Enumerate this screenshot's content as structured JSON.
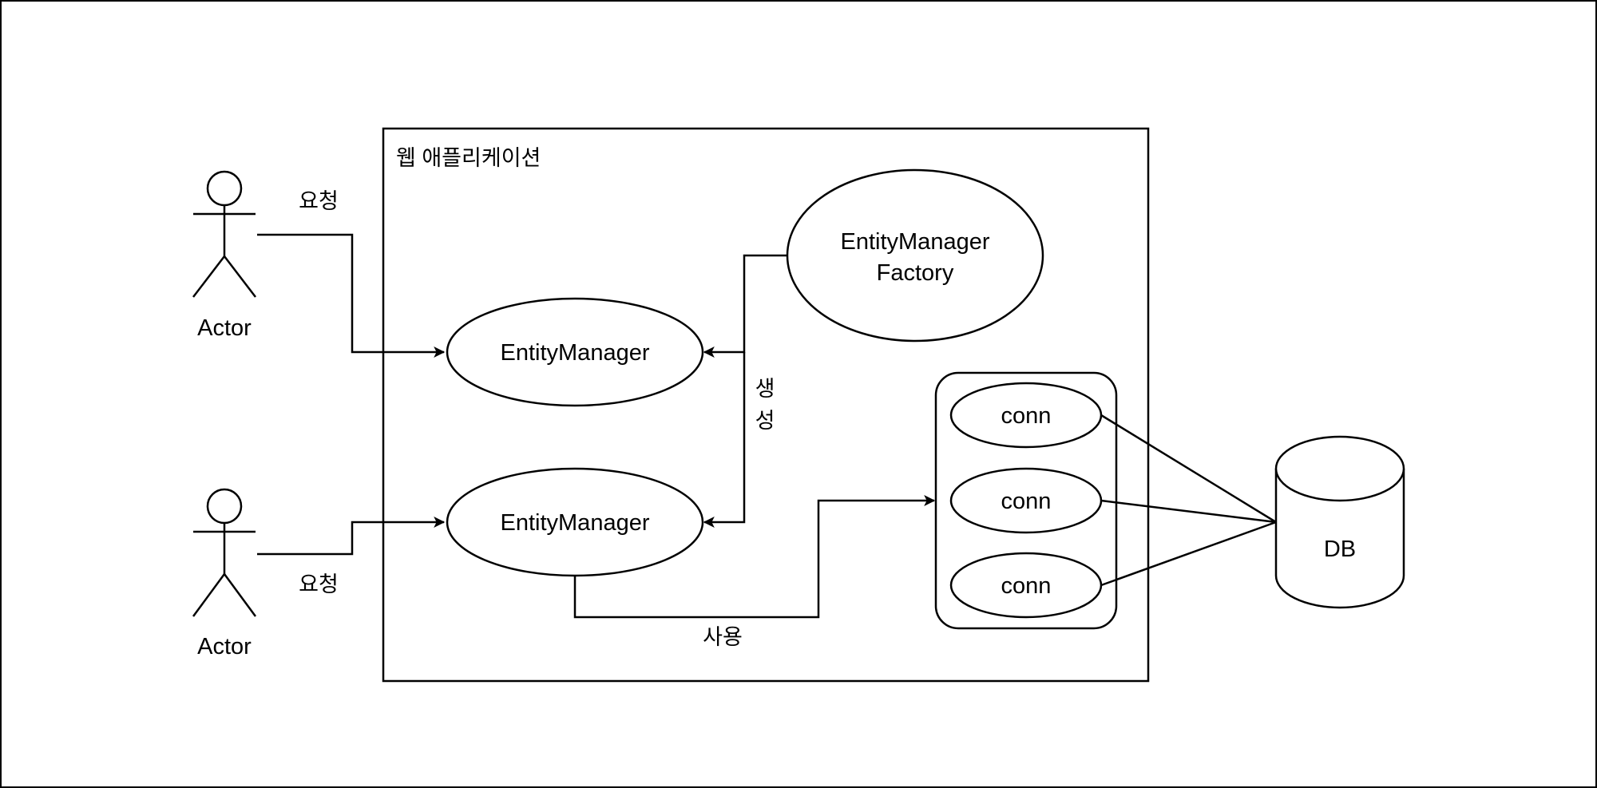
{
  "diagram": {
    "container_label": "웹 애플리케이션",
    "actors": [
      {
        "label": "Actor"
      },
      {
        "label": "Actor"
      }
    ],
    "edge_labels": {
      "request_top": "요청",
      "request_bottom": "요청",
      "create_line1": "생",
      "create_line2": "성",
      "use": "사용"
    },
    "entity_managers": [
      {
        "label": "EntityManager"
      },
      {
        "label": "EntityManager"
      }
    ],
    "factory": {
      "line1": "EntityManager",
      "line2": "Factory"
    },
    "connections": [
      {
        "label": "conn"
      },
      {
        "label": "conn"
      },
      {
        "label": "conn"
      }
    ],
    "database": {
      "label": "DB"
    }
  }
}
